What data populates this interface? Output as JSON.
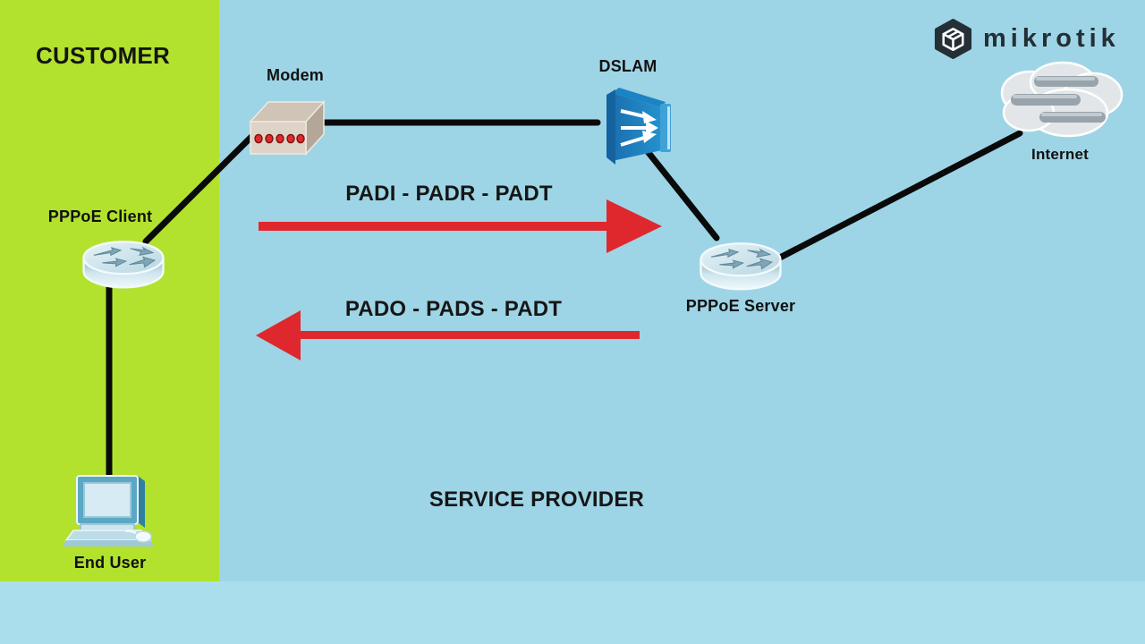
{
  "zones": {
    "customer": {
      "label": "CUSTOMER",
      "bg_color": "#b2e22e"
    },
    "service_provider": {
      "label": "SERVICE PROVIDER",
      "bg_color": "#9ed5e6"
    }
  },
  "brand": {
    "name": "mikrotik",
    "icon": "mikrotik-hex-box-icon",
    "color": "#242f36"
  },
  "devices": {
    "modem": {
      "label": "Modem",
      "icon": "modem-box-icon"
    },
    "dslam": {
      "label": "DSLAM",
      "icon": "dslam-mux-icon"
    },
    "pppoe_client": {
      "label": "PPPoE Client",
      "icon": "router-icon"
    },
    "pppoe_server": {
      "label": "PPPoE Server",
      "icon": "router-icon"
    },
    "internet": {
      "label": "Internet",
      "icon": "cloud-icon"
    },
    "end_user": {
      "label": "End User",
      "icon": "desktop-pc-icon"
    }
  },
  "flows": {
    "discovery_request": {
      "label": "PADI - PADR - PADT",
      "direction": "right",
      "color": "#df282e"
    },
    "discovery_response": {
      "label": "PADO - PADS - PADT",
      "direction": "left",
      "color": "#df282e"
    }
  },
  "connections": [
    {
      "from": "pppoe_client",
      "to": "modem"
    },
    {
      "from": "modem",
      "to": "dslam"
    },
    {
      "from": "dslam",
      "to": "pppoe_server"
    },
    {
      "from": "pppoe_server",
      "to": "internet"
    },
    {
      "from": "pppoe_client",
      "to": "end_user"
    }
  ]
}
